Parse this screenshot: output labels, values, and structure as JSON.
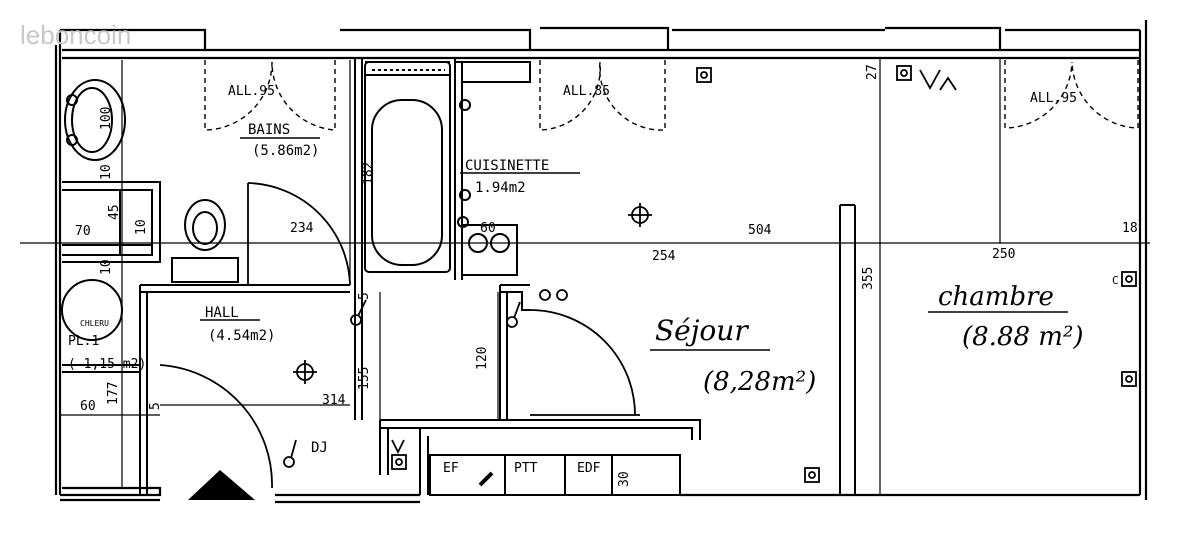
{
  "watermark": "leboncoin",
  "rooms": {
    "bains": {
      "name": "BAINS",
      "area": "(5.86m2)"
    },
    "kitchenette": {
      "name": "CUISINETTE",
      "area": "1.94m2"
    },
    "hall": {
      "name": "HALL",
      "area": "(4.54m2)"
    },
    "placard": {
      "name": "PL.1",
      "area": "( 1,15 m2)"
    },
    "sejour": {
      "name": "Séjour",
      "area": "(8,28m²)"
    },
    "chambre": {
      "name": "chambre",
      "area": "(8.88 m²)"
    }
  },
  "fixtures": {
    "window_bath": "ALL.95",
    "window_sejour": "ALL.85",
    "window_chambre": "ALL.95",
    "boiler": "CHLERU",
    "dj": "DJ",
    "ef": "EF",
    "ptt": "PTT",
    "edf": "EDF",
    "outlet_c": "C"
  },
  "dimensions": {
    "d100": "100",
    "d182": "182",
    "d10a": "10",
    "d45": "45",
    "d70": "70",
    "d10b": "10",
    "d10c": "10",
    "d234": "234",
    "d60_sink": "60",
    "d254": "254",
    "d504": "504",
    "d250": "250",
    "d18": "18",
    "d27": "27",
    "d355": "355",
    "d5a": "5",
    "d120": "120",
    "d155": "155",
    "d314": "314",
    "d5b": "5",
    "d177": "177",
    "d60": "60",
    "d30": "30"
  }
}
